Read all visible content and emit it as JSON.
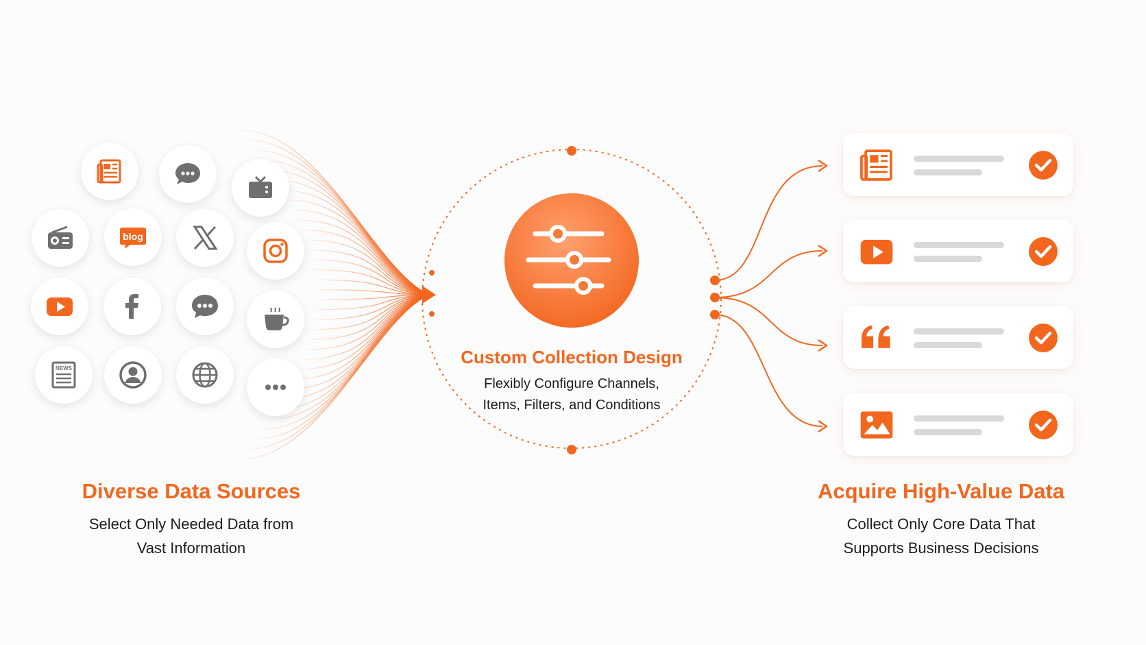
{
  "colors": {
    "accent": "#f3661e",
    "icon_gray": "#6f6f6f",
    "background": "#fcfcfc"
  },
  "left": {
    "title": "Diverse Data Sources",
    "desc_line1": "Select Only Needed Data from",
    "desc_line2": "Vast Information",
    "sources": [
      {
        "icon": "newspaper-icon"
      },
      {
        "icon": "chat-bubble-icon"
      },
      {
        "icon": "tv-icon"
      },
      {
        "icon": "radio-icon"
      },
      {
        "icon": "blog-icon",
        "label": "blog"
      },
      {
        "icon": "x-logo-icon"
      },
      {
        "icon": "instagram-icon"
      },
      {
        "icon": "youtube-icon"
      },
      {
        "icon": "facebook-icon"
      },
      {
        "icon": "message-dots-icon"
      },
      {
        "icon": "coffee-cup-icon"
      },
      {
        "icon": "news-paper-icon",
        "label": "NEWS"
      },
      {
        "icon": "user-circle-icon"
      },
      {
        "icon": "globe-icon"
      },
      {
        "icon": "more-icon"
      }
    ]
  },
  "center": {
    "title": "Custom Collection Design",
    "desc_line1": "Flexibly Configure Channels,",
    "desc_line2": "Items, Filters, and Conditions",
    "icon": "sliders-icon"
  },
  "right": {
    "title": "Acquire High-Value Data",
    "desc_line1": "Collect Only Core Data That",
    "desc_line2": "Supports Business Decisions",
    "outputs": [
      {
        "icon": "newspaper-icon",
        "status": "check-icon"
      },
      {
        "icon": "video-play-icon",
        "status": "check-icon"
      },
      {
        "icon": "quote-icon",
        "status": "check-icon"
      },
      {
        "icon": "image-icon",
        "status": "check-icon"
      }
    ]
  }
}
